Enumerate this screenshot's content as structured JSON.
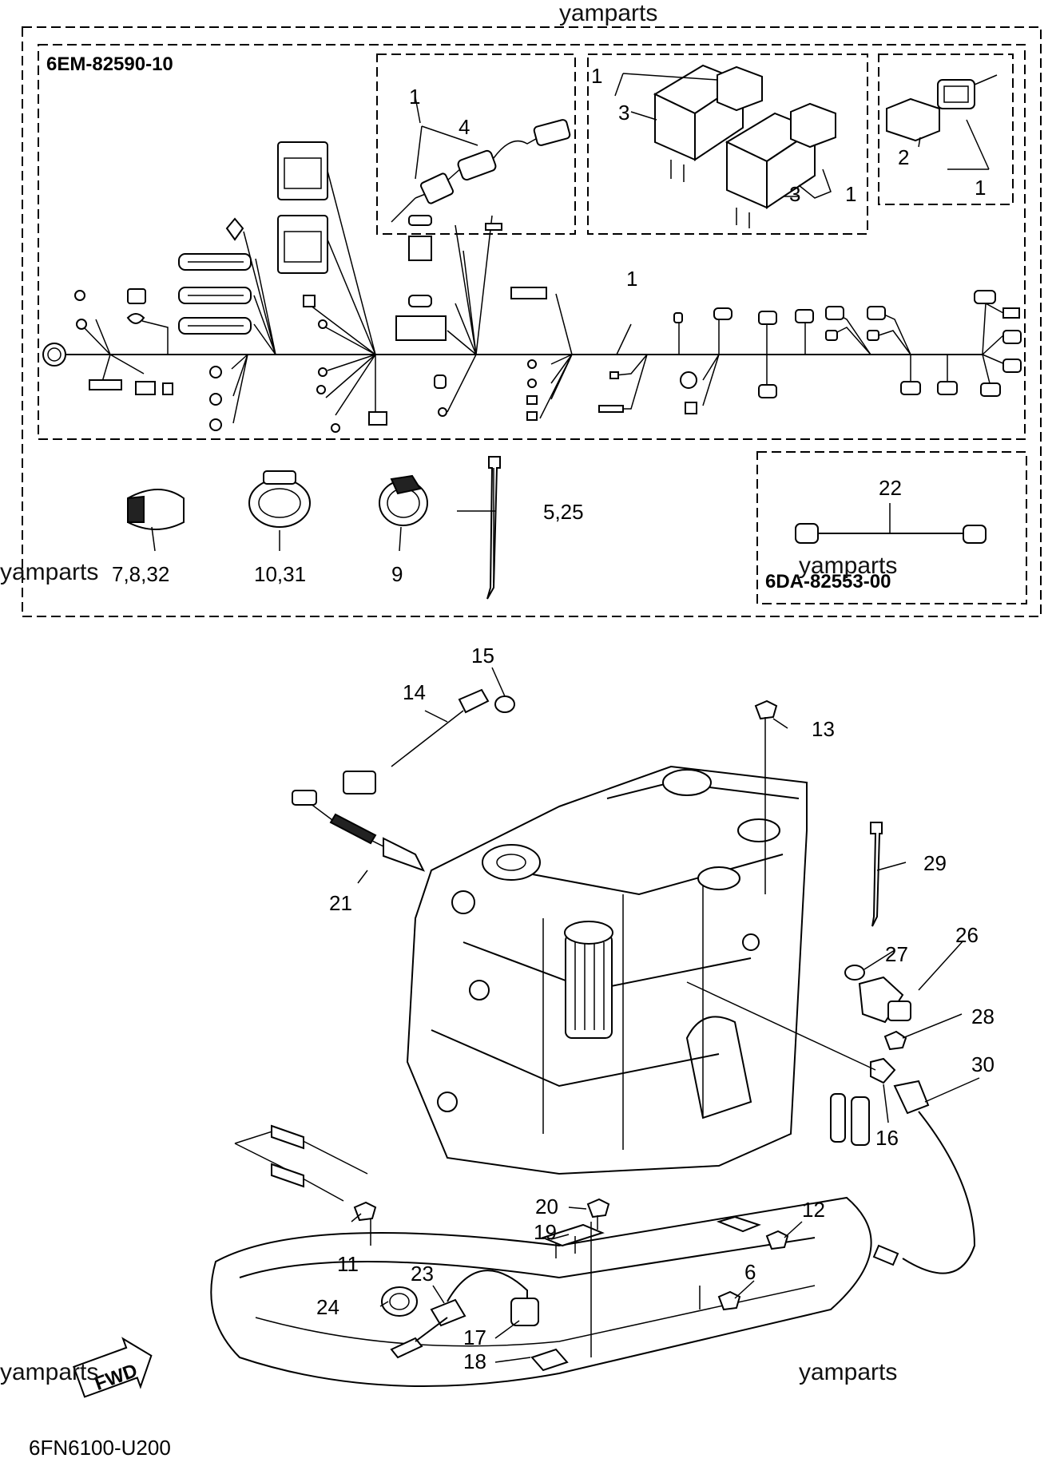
{
  "watermarks": [
    "yamparts",
    "yamparts",
    "yamparts",
    "yamparts",
    "yamparts"
  ],
  "kit_codes": {
    "main_harness": "6EM-82590-10",
    "sub_harness": "6DA-82553-00"
  },
  "drawing_code": "6FN6100-U200",
  "fwd_label": "FWD",
  "callouts": {
    "c1a": "1",
    "c4": "4",
    "c1b": "1",
    "c3a": "3",
    "c3b": "3",
    "c1c": "1",
    "c2": "2",
    "c1d": "1",
    "c1main": "1",
    "c22": "22",
    "c525": "5,25",
    "c7832": "7,8,32",
    "c1031": "10,31",
    "c9": "9",
    "c15": "15",
    "c14": "14",
    "c13": "13",
    "c21": "21",
    "c29": "29",
    "c26": "26",
    "c27": "27",
    "c28": "28",
    "c30": "30",
    "c16": "16",
    "c11": "11",
    "c12": "12",
    "c20": "20",
    "c19": "19",
    "c23": "23",
    "c24": "24",
    "c17": "17",
    "c6": "6",
    "c18": "18"
  }
}
